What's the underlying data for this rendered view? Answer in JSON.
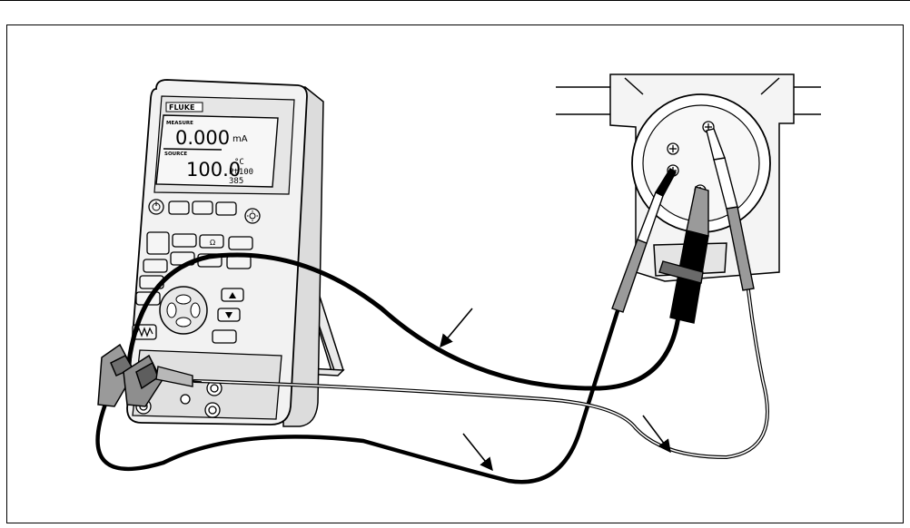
{
  "device": {
    "brand": "FLUKE",
    "measure_label": "MEASURE",
    "measure_value": "0.000",
    "measure_unit": "mA",
    "source_label": "SOURCE",
    "source_value": "100.0",
    "source_unit": "°C",
    "source_sensor": "Pt100",
    "source_alpha": "385"
  },
  "colors": {
    "line": "#000000",
    "background": "#ffffff",
    "device_fill": "#f2f2f2",
    "lcd_fill": "#f7f7f7",
    "clip_fill": "#9a9a9a"
  },
  "icons": [
    "power-icon",
    "backlight-icon",
    "arrow-up-icon",
    "arrow-down-icon",
    "current-loop-icon",
    "arrow-icon"
  ]
}
